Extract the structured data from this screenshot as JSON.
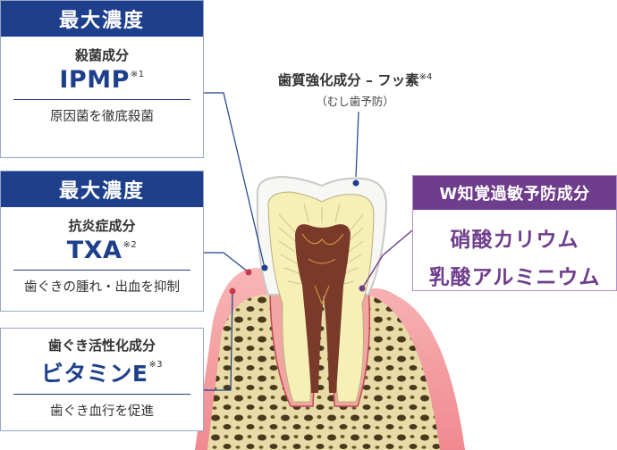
{
  "box1": {
    "header": "最大濃度",
    "subtitle": "殺菌成分",
    "name": "IPMP",
    "note": "※1",
    "description": "原因菌を徹底殺菌"
  },
  "box2": {
    "header": "最大濃度",
    "subtitle": "抗炎症成分",
    "name": "TXA",
    "note": "※2",
    "description": "歯ぐきの腫れ・出血を抑制"
  },
  "box3": {
    "subtitle": "歯ぐき活性化成分",
    "name": "ビタミンE",
    "note": "※3",
    "description": "歯ぐき血行を促進"
  },
  "fluoride": {
    "title": "歯質強化成分 – フッ素",
    "note": "※4",
    "subtitle": "（むし歯予防）"
  },
  "sensitivity": {
    "header": "W知覚過敏予防成分",
    "line1": "硝酸カリウム",
    "line2": "乳酸アルミニウム"
  },
  "colors": {
    "navy": "#1e3f8c",
    "purple": "#6e3d8c",
    "gum": "#f3a3a6",
    "bone": "#e6d9a6",
    "dentin": "#f6efb6",
    "pulp": "#7a3a2a"
  }
}
